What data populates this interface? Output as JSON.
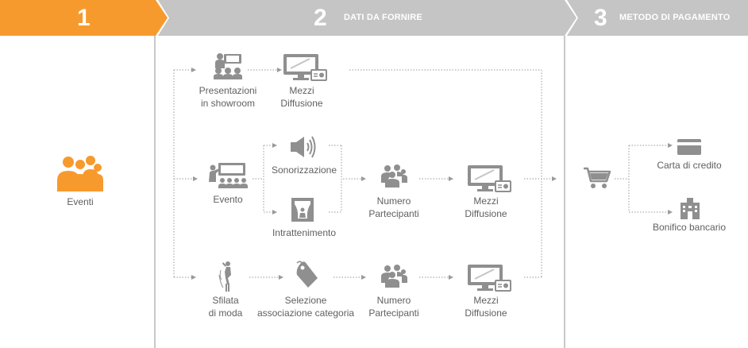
{
  "steps": [
    {
      "number": "1",
      "title": ""
    },
    {
      "number": "2",
      "title": "DATI DA FORNIRE"
    },
    {
      "number": "3",
      "title": "METODO DI PAGAMENTO"
    }
  ],
  "colors": {
    "active": "#f79a2e",
    "inactive": "#c5c5c5",
    "icon": "#8f8f8f",
    "line": "#c8c8c8"
  },
  "nodes": {
    "eventi": "Eventi",
    "presentazioni": [
      "Presentazioni",
      "in showroom"
    ],
    "mezzi_1": [
      "Mezzi",
      "Diffusione"
    ],
    "evento": "Evento",
    "sonorizzazione": "Sonorizzazione",
    "intrattenimento": "Intrattenimento",
    "numero_1": [
      "Numero",
      "Partecipanti"
    ],
    "mezzi_2": [
      "Mezzi",
      "Diffusione"
    ],
    "sfilata": [
      "Sfilata",
      "di moda"
    ],
    "selezione": [
      "Selezione",
      "associazione categoria"
    ],
    "numero_2": [
      "Numero",
      "Partecipanti"
    ],
    "mezzi_3": [
      "Mezzi",
      "Diffusione"
    ],
    "carta": "Carta di credito",
    "bonifico": "Bonifico bancario"
  },
  "icons": [
    "people-group-icon",
    "showroom-icon",
    "monitor-radio-icon",
    "speaker-icon",
    "presentation-icon",
    "theater-curtain-icon",
    "people-icon",
    "fashion-model-icon",
    "price-tag-icon",
    "shopping-cart-icon",
    "credit-card-icon",
    "bank-icon"
  ]
}
